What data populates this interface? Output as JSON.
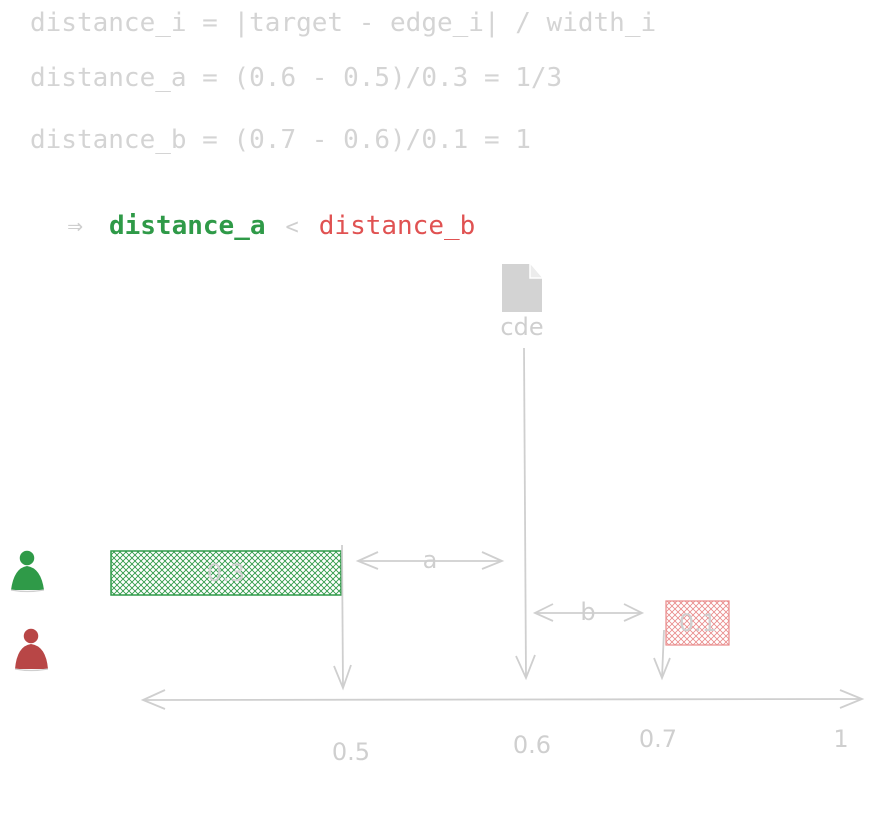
{
  "formulas": {
    "general": "distance_i = |target - edge_i| / width_i",
    "a": "distance_a = (0.6 - 0.5)/0.3 = 1/3",
    "b": "distance_b = (0.7 - 0.6)/0.1 = 1"
  },
  "conclusion": {
    "arrow": "⇒",
    "left": "distance_a",
    "op": "<",
    "right": "distance_b"
  },
  "colors": {
    "green": "#2f9a48",
    "red": "#e05252",
    "gray": "#cfcfcf"
  },
  "diagram": {
    "target_label": "cde",
    "distance_a_label": "a",
    "distance_b_label": "b",
    "box_a_label": "0.3",
    "box_b_label": "0.1",
    "ticks": [
      "0.5",
      "0.6",
      "0.7",
      "1"
    ]
  }
}
